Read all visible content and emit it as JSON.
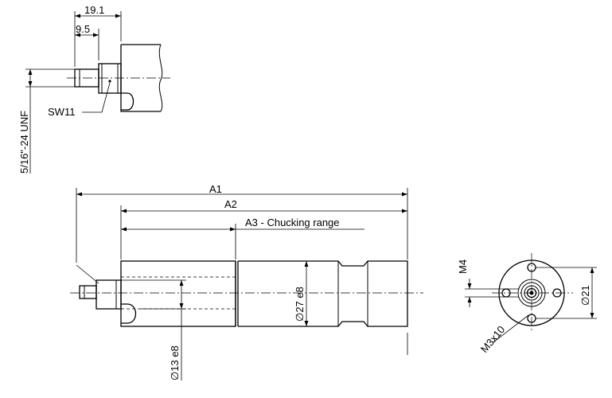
{
  "diagram": {
    "detail_view": {
      "dim_overall": "19.1",
      "dim_thread_len": "9.5",
      "thread_label": "5/16\"-24 UNF",
      "wrench_label": "SW11"
    },
    "side_view": {
      "dim_a1": "A1",
      "dim_a2": "A2",
      "dim_a3": "A3 - Chucking range",
      "dia_body": "∅27 e8",
      "dia_shaft": "∅13 e8"
    },
    "end_view": {
      "dim_m4": "M4",
      "dim_bolt_circle": "∅21",
      "hole_label": "M3x10"
    }
  }
}
